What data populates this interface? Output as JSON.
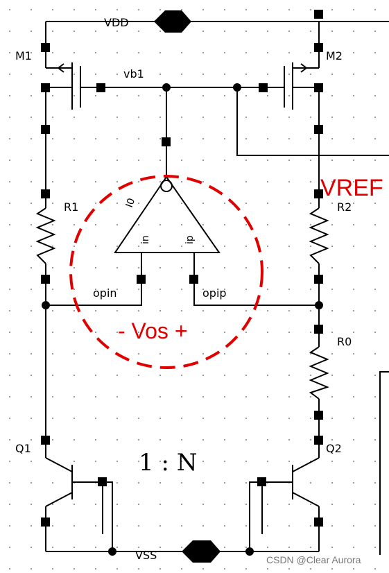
{
  "schematic": {
    "supply_top": "VDD",
    "supply_bottom": "VSS",
    "transistors": {
      "m1": "M1",
      "m2": "M2",
      "q1": "Q1",
      "q2": "Q2"
    },
    "bias_net": "vb1",
    "resistors": {
      "r1": "R1",
      "r2": "R2",
      "r0": "R0"
    },
    "opamp": {
      "name": "I0",
      "pin_out": "O",
      "pin_in": "in",
      "pin_ip": "ip"
    },
    "nets": {
      "opin": "opin",
      "opip": "opip"
    },
    "output_label": "VREF",
    "offset_label": "- Vos +",
    "ratio_label": "1 : N"
  },
  "watermark": "CSDN @Clear Aurora",
  "colors": {
    "wire": "#000000",
    "annotation": "#e00000",
    "grid_dot": "#9a9a9a"
  }
}
